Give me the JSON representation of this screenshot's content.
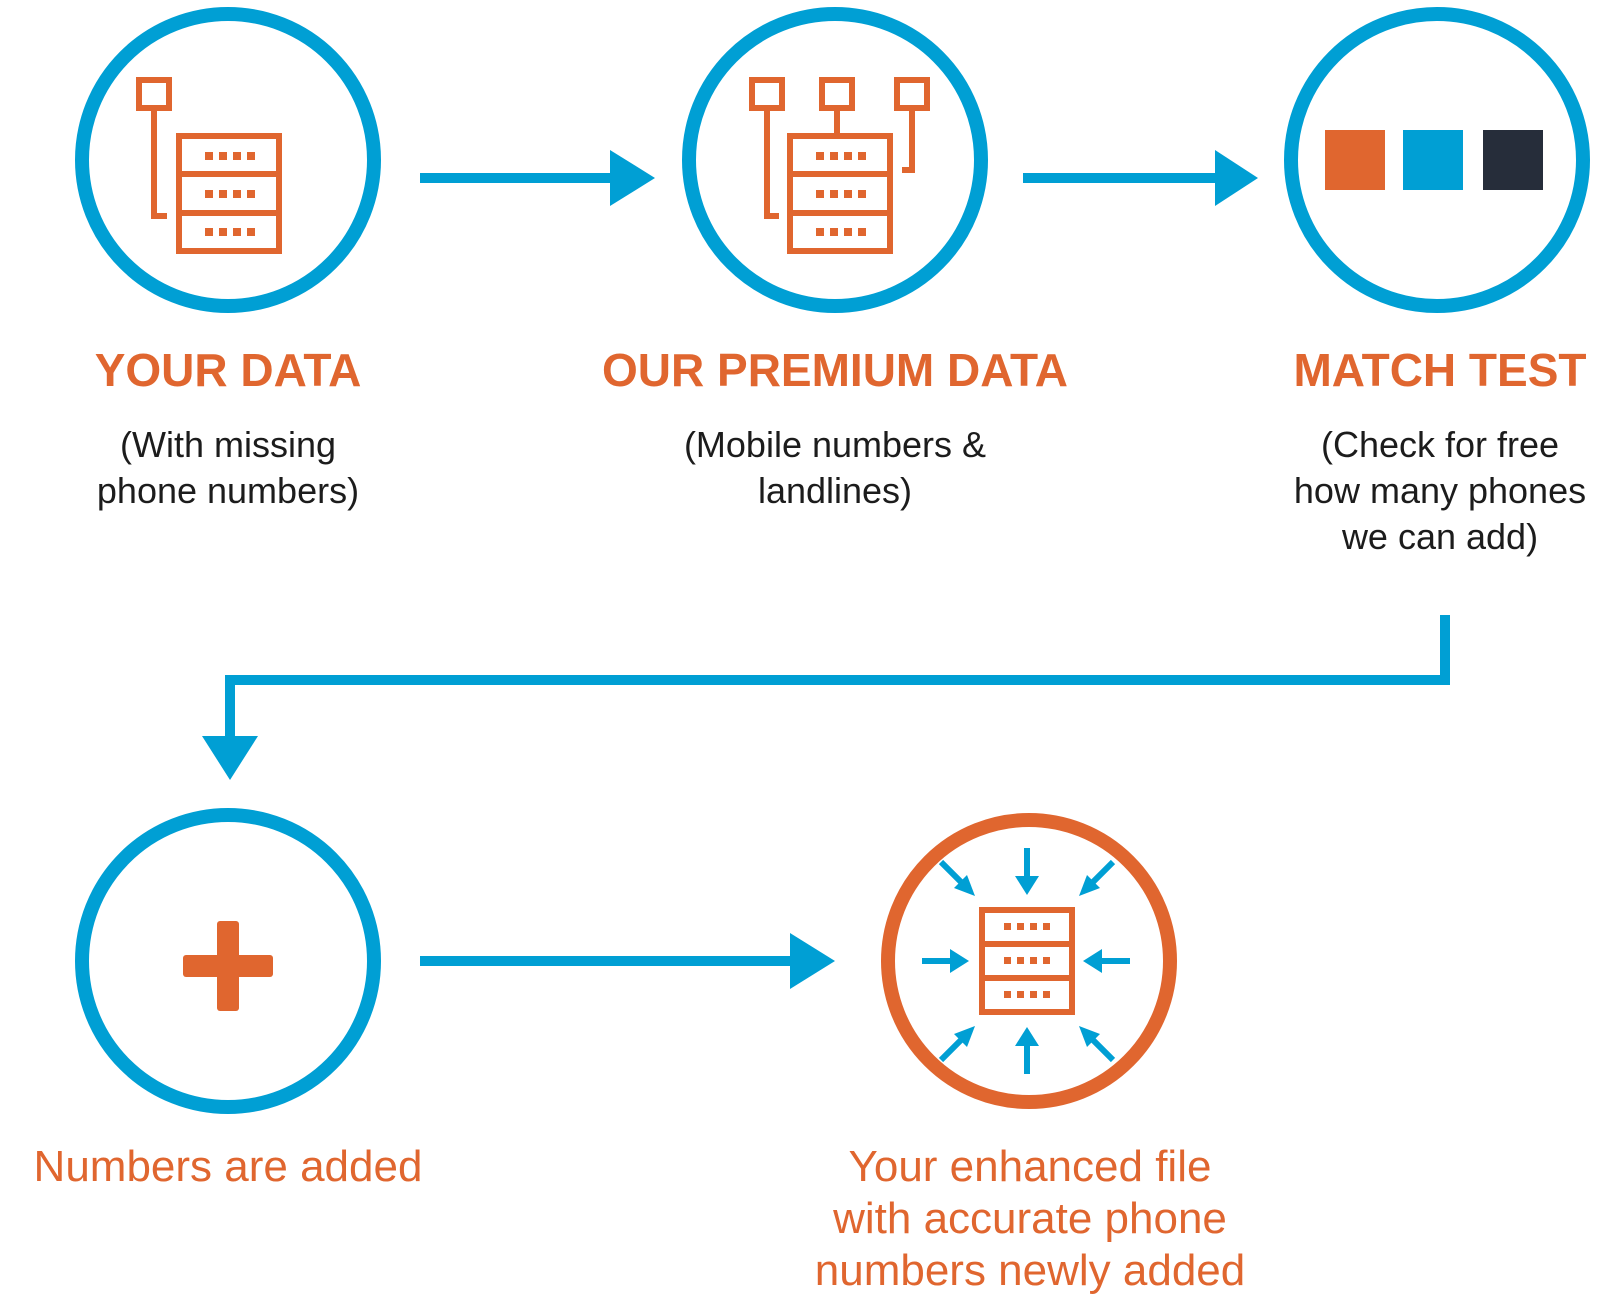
{
  "colors": {
    "blue": "#009fd4",
    "orange": "#e0662f",
    "navy": "#262d3a",
    "text": "#1c1c1c"
  },
  "steps": [
    {
      "title": "YOUR DATA",
      "description": [
        "(With missing",
        "phone numbers)"
      ],
      "icon": "single-server-icon"
    },
    {
      "title": "OUR PREMIUM DATA",
      "description": [
        "(Mobile numbers &",
        "landlines)"
      ],
      "icon": "multi-server-icon"
    },
    {
      "title": "MATCH TEST",
      "description": [
        "(Check for free",
        "how many phones",
        "we can add)"
      ],
      "icon": "three-squares-icon"
    },
    {
      "title": "Numbers are added",
      "icon": "plus-icon"
    },
    {
      "title": [
        "Your enhanced file",
        "with accurate phone",
        "numbers newly added"
      ],
      "icon": "enhanced-server-icon"
    }
  ]
}
